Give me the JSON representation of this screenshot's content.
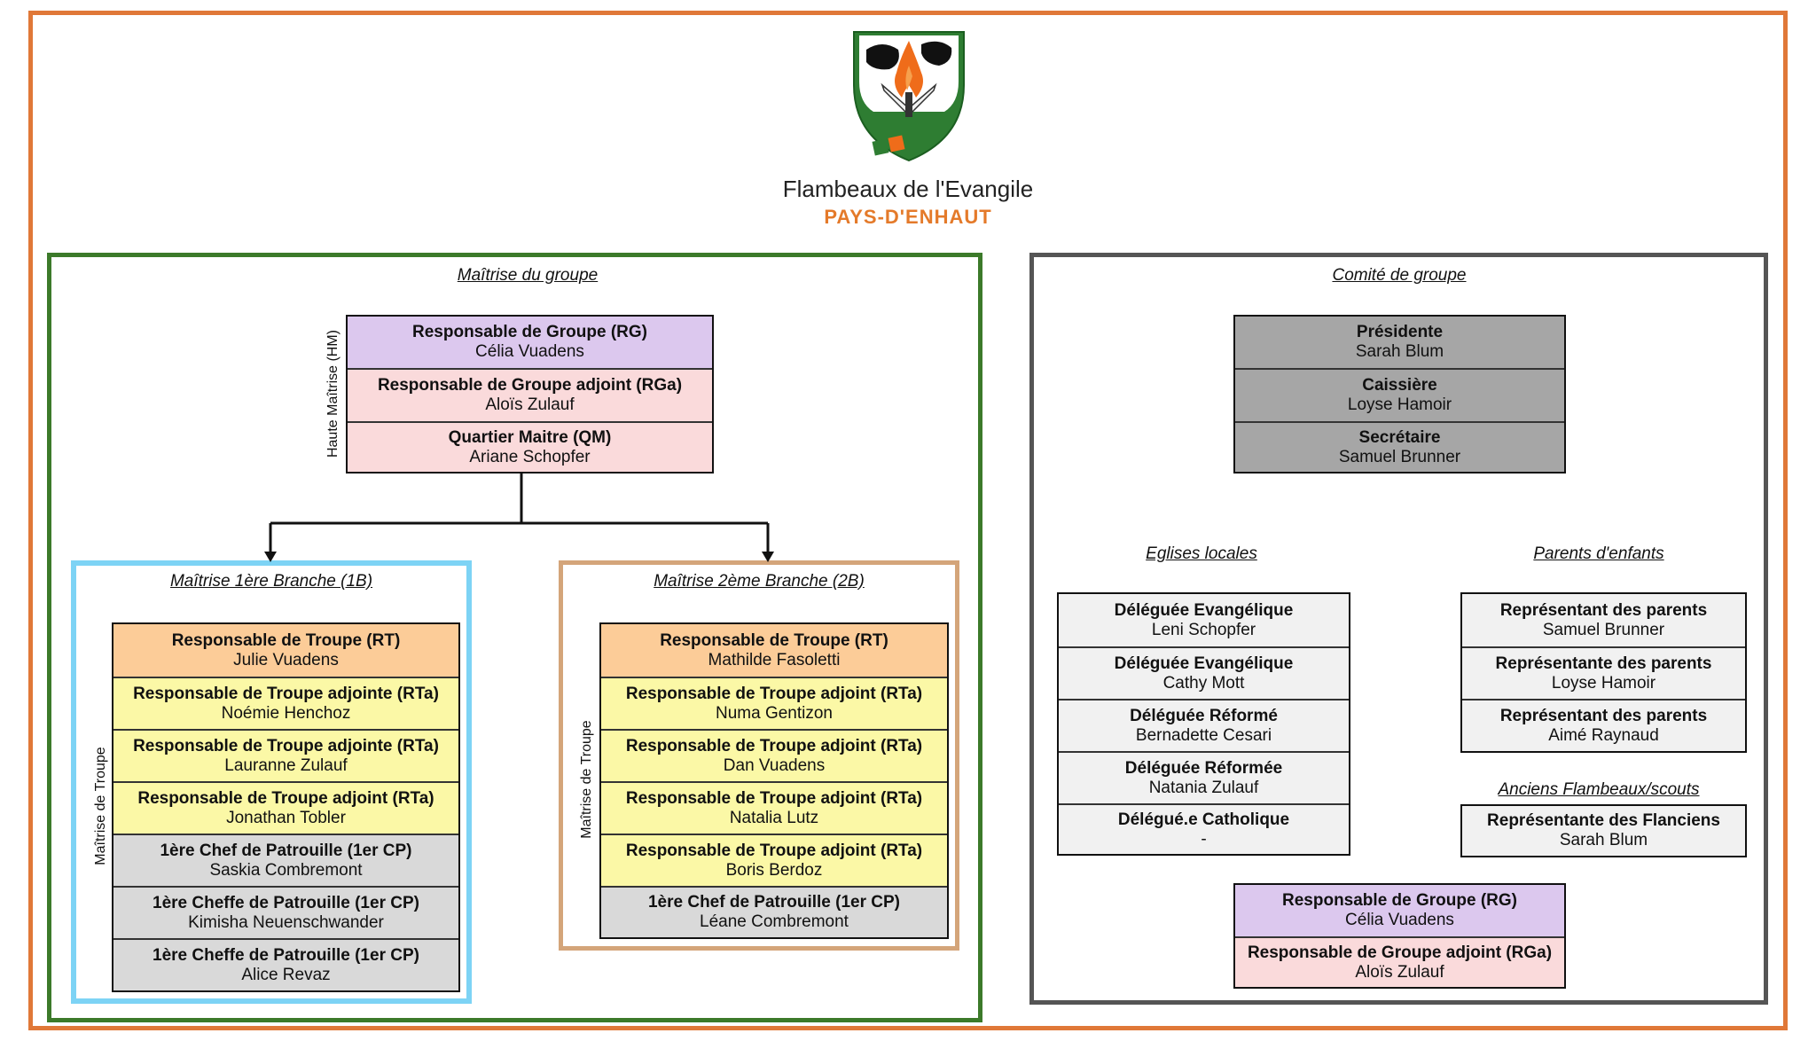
{
  "header": {
    "title": "Flambeaux de l'Evangile",
    "subtitle": "PAYS-D'ENHAUT"
  },
  "maitrise": {
    "title": "Maîtrise du groupe",
    "side_label": "Haute Maîtrise (HM)",
    "haute": [
      {
        "role": "Responsable de Groupe (RG)",
        "person": "Célia Vuadens"
      },
      {
        "role": "Responsable de Groupe adjoint (RGa)",
        "person": "Aloïs Zulauf"
      },
      {
        "role": "Quartier Maitre (QM)",
        "person": "Ariane Schopfer"
      }
    ],
    "branch1": {
      "title": "Maîtrise 1ère Branche (1B)",
      "side_label": "Maîtrise de Troupe",
      "members": [
        {
          "role": "Responsable de Troupe (RT)",
          "person": "Julie Vuadens"
        },
        {
          "role": "Responsable de Troupe adjointe (RTa)",
          "person": "Noémie Henchoz"
        },
        {
          "role": "Responsable de Troupe adjointe (RTa)",
          "person": "Lauranne Zulauf"
        },
        {
          "role": "Responsable de Troupe adjoint (RTa)",
          "person": "Jonathan Tobler"
        },
        {
          "role": "1ère Chef de Patrouille (1er CP)",
          "person": "Saskia Combremont"
        },
        {
          "role": "1ère Cheffe de Patrouille (1er CP)",
          "person": "Kimisha Neuenschwander"
        },
        {
          "role": "1ère Cheffe de Patrouille (1er CP)",
          "person": "Alice Revaz"
        }
      ]
    },
    "branch2": {
      "title": "Maîtrise 2ème Branche (2B)",
      "side_label": "Maîtrise de Troupe",
      "members": [
        {
          "role": "Responsable de Troupe (RT)",
          "person": "Mathilde Fasoletti"
        },
        {
          "role": "Responsable de Troupe adjoint (RTa)",
          "person": "Numa Gentizon"
        },
        {
          "role": "Responsable de Troupe adjoint (RTa)",
          "person": "Dan Vuadens"
        },
        {
          "role": "Responsable de Troupe adjoint (RTa)",
          "person": "Natalia Lutz"
        },
        {
          "role": "Responsable de Troupe adjoint (RTa)",
          "person": "Boris Berdoz"
        },
        {
          "role": "1ère Chef de Patrouille (1er CP)",
          "person": "Léane Combremont"
        }
      ]
    }
  },
  "comite": {
    "title": "Comité de groupe",
    "bureau": [
      {
        "role": "Présidente",
        "person": "Sarah Blum"
      },
      {
        "role": "Caissière",
        "person": "Loyse Hamoir"
      },
      {
        "role": "Secrétaire",
        "person": "Samuel Brunner"
      }
    ],
    "eglises": {
      "title": "Eglises locales",
      "members": [
        {
          "role": "Déléguée Evangélique",
          "person": "Leni Schopfer"
        },
        {
          "role": "Déléguée Evangélique",
          "person": "Cathy Mott"
        },
        {
          "role": "Déléguée Réformé",
          "person": "Bernadette Cesari"
        },
        {
          "role": "Déléguée Réformée",
          "person": "Natania Zulauf"
        },
        {
          "role": "Délégué.e Catholique",
          "person": "-"
        }
      ]
    },
    "parents": {
      "title": "Parents d'enfants",
      "members": [
        {
          "role": "Représentant des parents",
          "person": "Samuel Brunner"
        },
        {
          "role": "Représentante des parents",
          "person": "Loyse Hamoir"
        },
        {
          "role": "Représentant des parents",
          "person": "Aimé Raynaud"
        }
      ]
    },
    "anciens": {
      "title": "Anciens Flambeaux/scouts",
      "members": [
        {
          "role": "Représentante des Flanciens",
          "person": "Sarah Blum"
        }
      ]
    },
    "rg": [
      {
        "role": "Responsable de Groupe (RG)",
        "person": "Célia Vuadens"
      },
      {
        "role": "Responsable de Groupe adjoint (RGa)",
        "person": "Aloïs Zulauf"
      }
    ]
  },
  "colors": {
    "frame_outer": "#E07838",
    "frame_green": "#3C7A2A",
    "frame_grey": "#555555",
    "frame_blue": "#7DD3F5",
    "frame_tan": "#D4A57A",
    "purple": "#DCC8EE",
    "pink": "#FADADB",
    "orange": "#FCCC98",
    "yellow": "#FBF8A6",
    "light_grey": "#D9D9D9",
    "dark_grey": "#A6A6A6"
  }
}
